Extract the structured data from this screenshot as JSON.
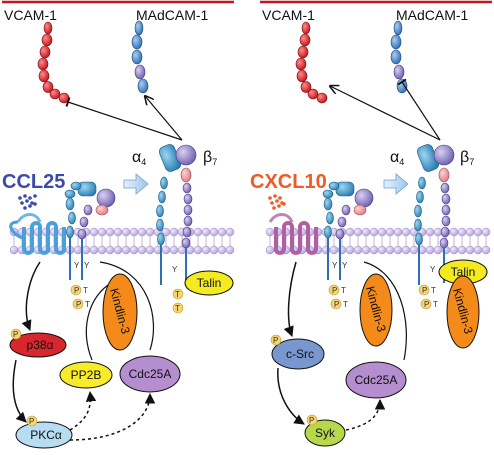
{
  "left": {
    "ligand_left": "VCAM-1",
    "ligand_right": "MAdCAM-1",
    "chemokine": "CCL25",
    "integrin_alpha": "α",
    "integrin_alpha_sub": "4",
    "integrin_beta": "β",
    "integrin_beta_sub": "7",
    "talin": "Talin",
    "kindlin": "Kindlin-3",
    "p38": "p38α",
    "pp2b": "PP2B",
    "cdc25a": "Cdc25A",
    "pkc": "PKCα",
    "p": "P",
    "t": "T",
    "y": "Y"
  },
  "right": {
    "ligand_left": "VCAM-1",
    "ligand_right": "MAdCAM-1",
    "chemokine": "CXCL10",
    "integrin_alpha": "α",
    "integrin_alpha_sub": "4",
    "integrin_beta": "β",
    "integrin_beta_sub": "7",
    "talin": "Talin",
    "kindlin_a": "Kindlin-3",
    "kindlin_b": "Kindlin-3",
    "csrc": "c-Src",
    "cdc25a": "Cdc25A",
    "syk": "Syk",
    "p": "P",
    "t": "T",
    "y": "Y"
  },
  "colors": {
    "cell_line": "#c4161c",
    "vcam": "#e0242a",
    "madcam": "#5b93cf",
    "beta_bead": "#8c7fc4",
    "membrane": "#cbbde6",
    "talin": "#f3ea1f",
    "kindlin": "#f38a1a",
    "ccl25": "#3a4aa8",
    "cxcl10": "#f15a22",
    "p38": "#d7262c",
    "pp2b": "#f6ec2a",
    "cdc25a": "#b58ed0",
    "pkc": "#b7ddf3",
    "csrc": "#7a96cf",
    "syk": "#b6d84a",
    "ptag": "#f5d477"
  }
}
